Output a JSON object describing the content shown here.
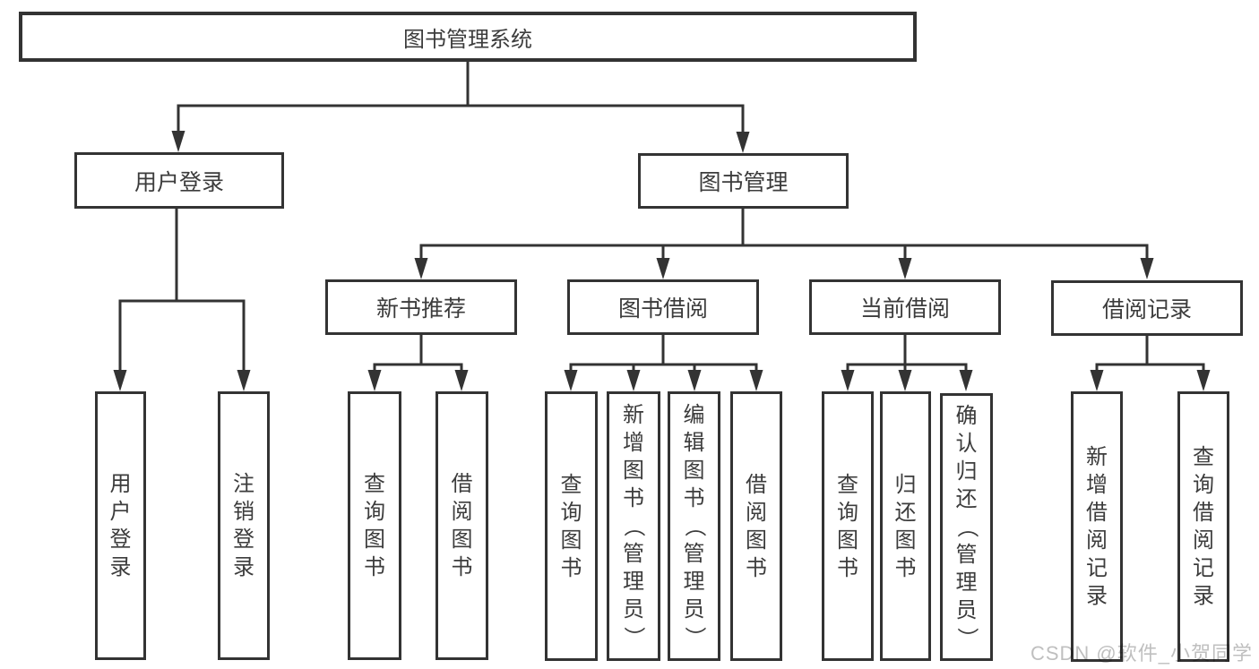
{
  "tree": {
    "root": {
      "label": "图书管理系统"
    },
    "branches": [
      {
        "label": "用户登录",
        "children": [
          {
            "label": "用户登录"
          },
          {
            "label": "注销登录"
          }
        ]
      },
      {
        "label": "图书管理",
        "groups": [
          {
            "label": "新书推荐",
            "children": [
              {
                "label": "查询图书"
              },
              {
                "label": "借阅图书"
              }
            ]
          },
          {
            "label": "图书借阅",
            "children": [
              {
                "label": "查询图书"
              },
              {
                "label": "新增图书（管理员）"
              },
              {
                "label": "编辑图书（管理员）"
              },
              {
                "label": "借阅图书"
              }
            ]
          },
          {
            "label": "当前借阅",
            "children": [
              {
                "label": "查询图书"
              },
              {
                "label": "归还图书"
              },
              {
                "label": "确认归还（管理员）"
              }
            ]
          },
          {
            "label": "借阅记录",
            "children": [
              {
                "label": "新增借阅记录"
              },
              {
                "label": "查询借阅记录"
              }
            ]
          }
        ]
      }
    ]
  },
  "watermark": {
    "text": "CSDN @软件_小贺同学"
  },
  "colors": {
    "line": "#333333",
    "box_border": "#333333",
    "text": "#3c3c3c",
    "watermark": "#bfbfbf",
    "background": "#ffffff"
  }
}
